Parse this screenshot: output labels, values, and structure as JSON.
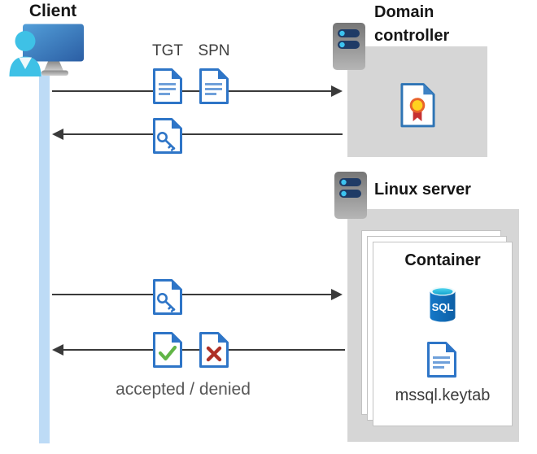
{
  "client": {
    "label": "Client"
  },
  "domain_controller": {
    "title": "Domain controller"
  },
  "linux_server": {
    "title": "Linux server"
  },
  "container": {
    "title": "Container",
    "sql_text": "SQL",
    "keytab_file": "mssql.keytab"
  },
  "flows": {
    "tgt": "TGT",
    "spn": "SPN",
    "result": "accepted / denied"
  },
  "colors": {
    "doc_border_blue": "#2e75c7",
    "doc_line_blue": "#6fa0da",
    "person_cyan": "#3ec1e6",
    "monitor_blue_start": "#539fd9",
    "monitor_blue_end": "#2b5ea4",
    "server_pill_navy": "#1f3b66",
    "server_dot_cyan": "#3cc3f0",
    "box_gray": "#d6d6d6",
    "arrow_gray": "#3a3a3a",
    "check_green": "#61b547",
    "deny_red": "#ae2f26",
    "seal_yellow": "#ffd21f",
    "seal_ring_orange": "#e8632a",
    "ribbon_red": "#c63031",
    "sql_body_blue": "#1171bc",
    "sql_top_cyan": "#35c3e8",
    "timeline_blue": "#bddbf6",
    "card_border_gray": "#c2c2c2"
  },
  "icons": {
    "client": "user-monitor-icon",
    "server": "server-icon",
    "certificate": "certificate-icon",
    "ticket_document": "document-icon",
    "key_document": "key-document-icon",
    "accepted_document": "check-document-icon",
    "denied_document": "x-document-icon",
    "sql_database": "sql-database-icon",
    "keytab_document": "keytab-document-icon"
  }
}
